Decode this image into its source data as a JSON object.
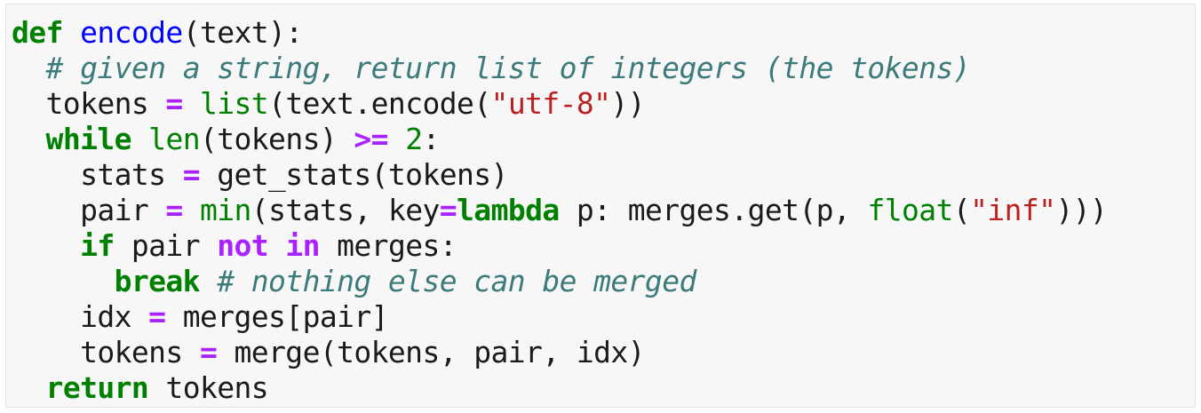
{
  "code_lines": [
    [
      {
        "t": "def",
        "c": "kw"
      },
      {
        "t": " ",
        "c": "plain"
      },
      {
        "t": "encode",
        "c": "fn"
      },
      {
        "t": "(text):",
        "c": "plain"
      }
    ],
    [
      {
        "t": "  ",
        "c": "plain"
      },
      {
        "t": "# given a string, return list of integers (the tokens)",
        "c": "cmt"
      }
    ],
    [
      {
        "t": "  tokens ",
        "c": "plain"
      },
      {
        "t": "=",
        "c": "op"
      },
      {
        "t": " ",
        "c": "plain"
      },
      {
        "t": "list",
        "c": "builtin"
      },
      {
        "t": "(text.encode(",
        "c": "plain"
      },
      {
        "t": "\"utf-8\"",
        "c": "str"
      },
      {
        "t": "))",
        "c": "plain"
      }
    ],
    [
      {
        "t": "  ",
        "c": "plain"
      },
      {
        "t": "while",
        "c": "kw"
      },
      {
        "t": " ",
        "c": "plain"
      },
      {
        "t": "len",
        "c": "builtin"
      },
      {
        "t": "(tokens) ",
        "c": "plain"
      },
      {
        "t": ">=",
        "c": "op"
      },
      {
        "t": " ",
        "c": "plain"
      },
      {
        "t": "2",
        "c": "num"
      },
      {
        "t": ":",
        "c": "plain"
      }
    ],
    [
      {
        "t": "    stats ",
        "c": "plain"
      },
      {
        "t": "=",
        "c": "op"
      },
      {
        "t": " get_stats(tokens)",
        "c": "plain"
      }
    ],
    [
      {
        "t": "    pair ",
        "c": "plain"
      },
      {
        "t": "=",
        "c": "op"
      },
      {
        "t": " ",
        "c": "plain"
      },
      {
        "t": "min",
        "c": "builtin"
      },
      {
        "t": "(stats, key",
        "c": "plain"
      },
      {
        "t": "=",
        "c": "op"
      },
      {
        "t": "lambda",
        "c": "kw"
      },
      {
        "t": " p: merges.get(p, ",
        "c": "plain"
      },
      {
        "t": "float",
        "c": "builtin"
      },
      {
        "t": "(",
        "c": "plain"
      },
      {
        "t": "\"inf\"",
        "c": "str"
      },
      {
        "t": ")))",
        "c": "plain"
      }
    ],
    [
      {
        "t": "    ",
        "c": "plain"
      },
      {
        "t": "if",
        "c": "kw"
      },
      {
        "t": " pair ",
        "c": "plain"
      },
      {
        "t": "not",
        "c": "op"
      },
      {
        "t": " ",
        "c": "plain"
      },
      {
        "t": "in",
        "c": "op"
      },
      {
        "t": " merges:",
        "c": "plain"
      }
    ],
    [
      {
        "t": "      ",
        "c": "plain"
      },
      {
        "t": "break",
        "c": "kw"
      },
      {
        "t": " ",
        "c": "plain"
      },
      {
        "t": "# nothing else can be merged",
        "c": "cmt"
      }
    ],
    [
      {
        "t": "    idx ",
        "c": "plain"
      },
      {
        "t": "=",
        "c": "op"
      },
      {
        "t": " merges[pair]",
        "c": "plain"
      }
    ],
    [
      {
        "t": "    tokens ",
        "c": "plain"
      },
      {
        "t": "=",
        "c": "op"
      },
      {
        "t": " merge(tokens, pair, idx)",
        "c": "plain"
      }
    ],
    [
      {
        "t": "  ",
        "c": "plain"
      },
      {
        "t": "return",
        "c": "kw"
      },
      {
        "t": " tokens",
        "c": "plain"
      }
    ]
  ]
}
